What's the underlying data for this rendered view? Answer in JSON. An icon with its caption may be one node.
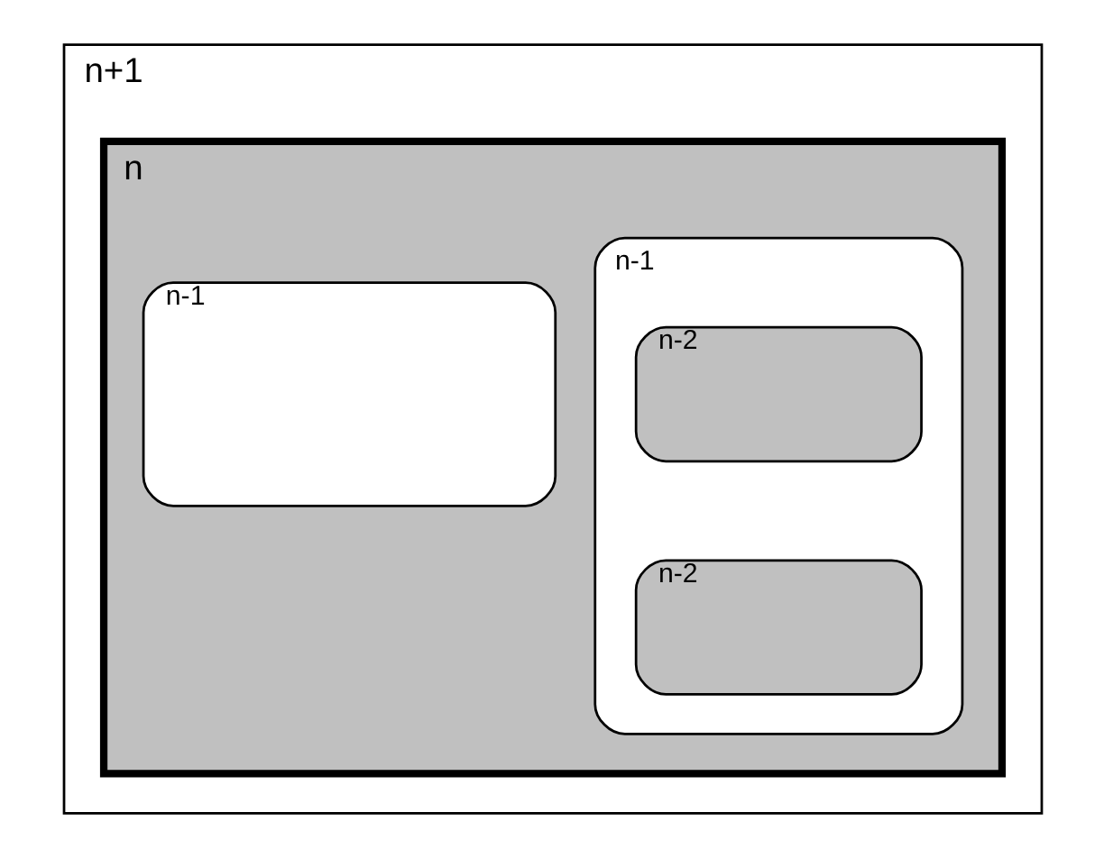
{
  "diagram": {
    "nodes": [
      {
        "text": [
          "n+1"
        ]
      },
      {
        "text": [
          "n"
        ],
        "in": 0
      },
      {
        "text": [
          "n-1"
        ],
        "in": 1
      },
      {
        "text": [
          "n-2"
        ],
        "in": 2
      },
      {
        "text": [
          "n-2"
        ],
        "in": 2
      },
      {
        "text": [
          "n-1"
        ],
        "in": 1
      }
    ]
  }
}
